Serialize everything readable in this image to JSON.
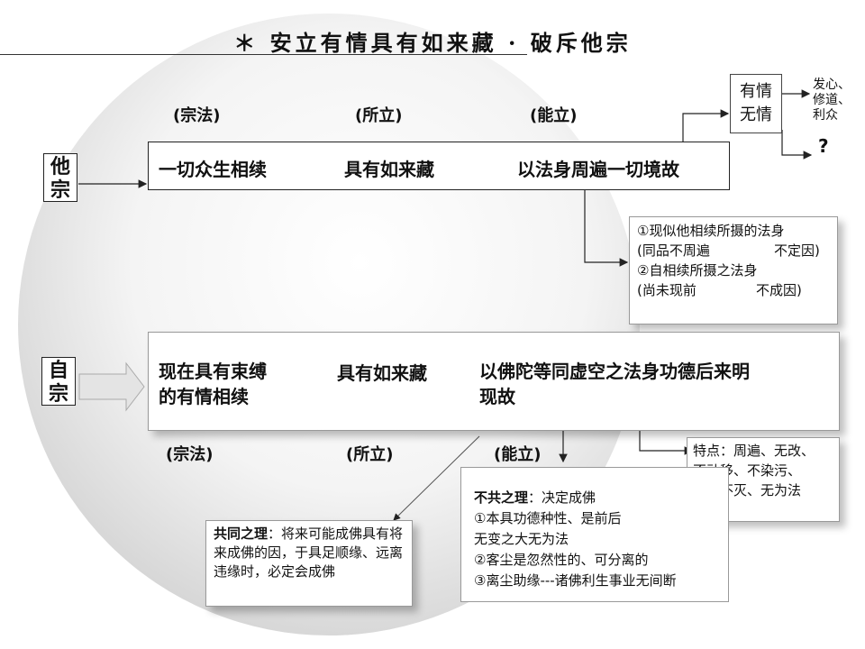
{
  "title": "＊ 安立有情具有如来藏 · 破斥他宗",
  "other_school": {
    "label": "他\n宗",
    "subject_label": "(宗法)",
    "predicate_label": "(所立)",
    "reason_label": "(能立)",
    "subject": "一切众生相续",
    "predicate": "具有如来藏",
    "reason": "以法身周遍一切境故",
    "sentient_box": "有情\n无情",
    "sentient_result": "发心、\n修道、\n利众",
    "question_mark": "?",
    "fault_lines": [
      "①现似他相续所摄的法身",
      "(同品不周遍",
      "不定因)",
      "②自相续所摄之法身",
      "(尚未现前",
      "不成因)"
    ]
  },
  "own_school": {
    "label": "自\n宗",
    "subject": "现在具有束缚\n的有情相续",
    "predicate": "具有如来藏",
    "reason": "以佛陀等同虚空之法身功德后来明\n现故",
    "subject_label": "(宗法)",
    "predicate_label": "(所立)",
    "reason_label": "(能立)",
    "features": "特点：周遍、无改、\n不动移、不染污、\n不生不灭、无为法\n……",
    "common_title": "共同之理",
    "common_text": "：将来可能成佛具有将来成佛的因，于具足顺缘、远离违缘时，必定会成佛",
    "unique_title": "不共之理",
    "unique_lines": [
      "：决定成佛",
      "①本具功德种性、是前后",
      "无变之大无为法",
      "②客尘是忽然性的、可分离的",
      "③离尘助缘---诸佛利生事业无间断"
    ]
  }
}
